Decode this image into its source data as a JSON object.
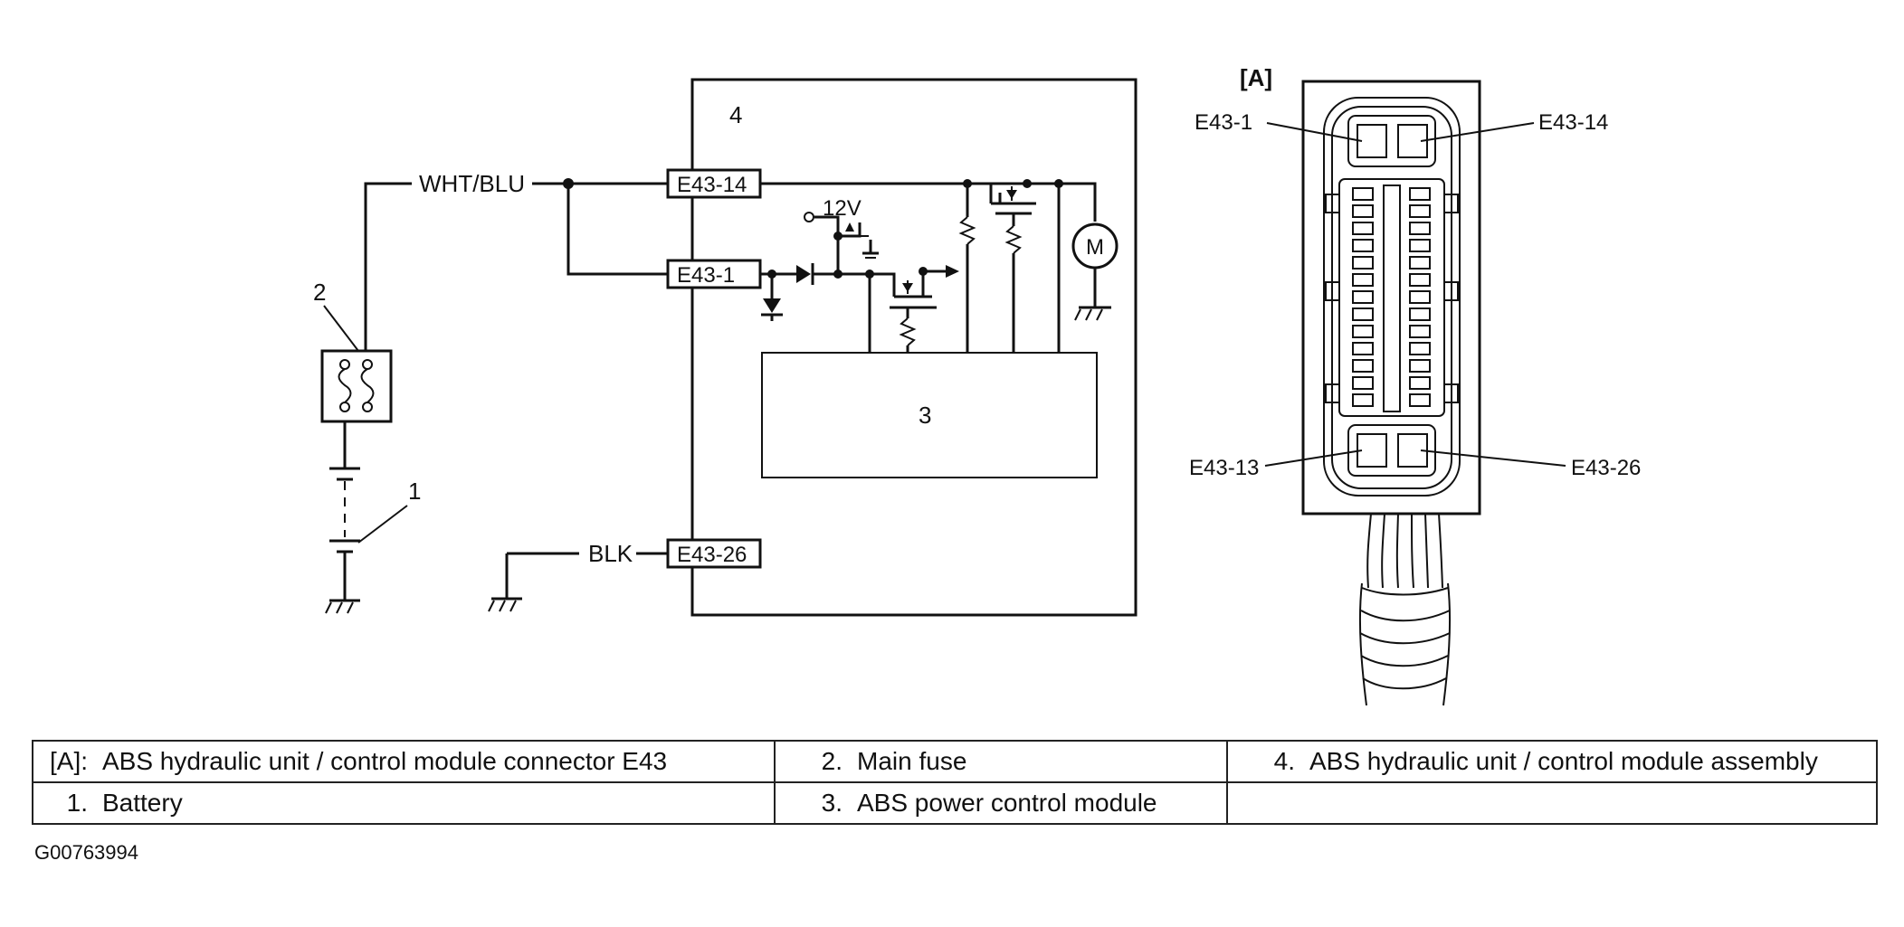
{
  "schematic": {
    "wire_colors": {
      "power": "WHT/BLU",
      "ground": "BLK"
    },
    "pins": {
      "p14": "E43-14",
      "p1": "E43-1",
      "p26": "E43-26"
    },
    "callouts": {
      "battery": "1",
      "fuse": "2",
      "power_module": "3",
      "assembly": "4"
    },
    "supply_label": "12V",
    "motor_label": "M"
  },
  "connector_view": {
    "title": "[A]",
    "pins": {
      "p1": "E43-1",
      "p14": "E43-14",
      "p13": "E43-13",
      "p26": "E43-26"
    }
  },
  "legend": [
    [
      {
        "num": "[A]:",
        "text": "ABS hydraulic unit / control module connector E43"
      },
      {
        "num": "2.",
        "text": "Main fuse"
      },
      {
        "num": "4.",
        "text": "ABS hydraulic unit / control module assembly"
      }
    ],
    [
      {
        "num": "1.",
        "text": "Battery"
      },
      {
        "num": "3.",
        "text": "ABS power control module"
      },
      {
        "num": "",
        "text": ""
      }
    ]
  ],
  "figure_code": "G00763994"
}
